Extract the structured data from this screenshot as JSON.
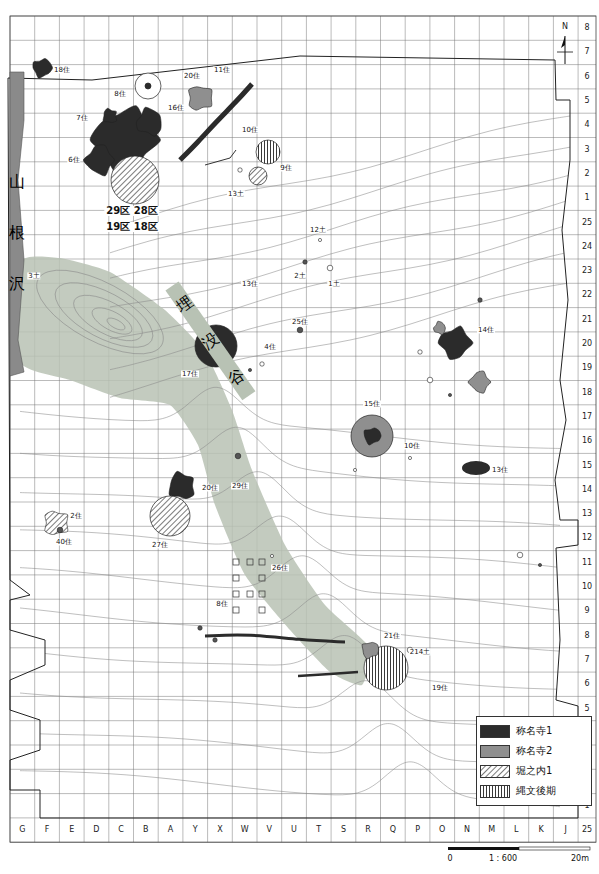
{
  "diagram": {
    "labels": [
      "山根沢",
      "埋没谷",
      "29区 28区",
      "19区 18区",
      "N",
      "18住",
      "8住",
      "7住",
      "6住",
      "20住",
      "16住",
      "11住",
      "10住",
      "9住",
      "13土",
      "12土",
      "2土",
      "1土",
      "3土",
      "13住",
      "17住",
      "4住",
      "25住",
      "15住",
      "10住",
      "14住",
      "13住",
      "20住",
      "27住",
      "2住",
      "40住",
      "29住",
      "26住",
      "21住",
      "19住",
      "214土",
      "8住",
      "G",
      "F",
      "E",
      "D",
      "C",
      "B",
      "A",
      "Y",
      "X",
      "W",
      "V",
      "U",
      "T",
      "S",
      "R",
      "Q",
      "P",
      "O",
      "N",
      "M",
      "L",
      "K",
      "J",
      "8",
      "7",
      "6",
      "5",
      "4",
      "3",
      "2",
      "1",
      "25",
      "24",
      "23",
      "22",
      "21",
      "20",
      "19",
      "18",
      "17",
      "16",
      "15",
      "14",
      "13",
      "12",
      "11",
      "10",
      "9",
      "8",
      "7",
      "6",
      "5",
      "4",
      "3",
      "2",
      "1",
      "25",
      "0",
      "1 : 600",
      "20m"
    ],
    "legend": [
      {
        "text": "称名寺1",
        "color": "#2b2b2b"
      },
      {
        "text": "称名寺2",
        "color": "#8f8f8f"
      },
      {
        "text": "堀之内1"
      },
      {
        "text": "縄文後期"
      }
    ]
  }
}
